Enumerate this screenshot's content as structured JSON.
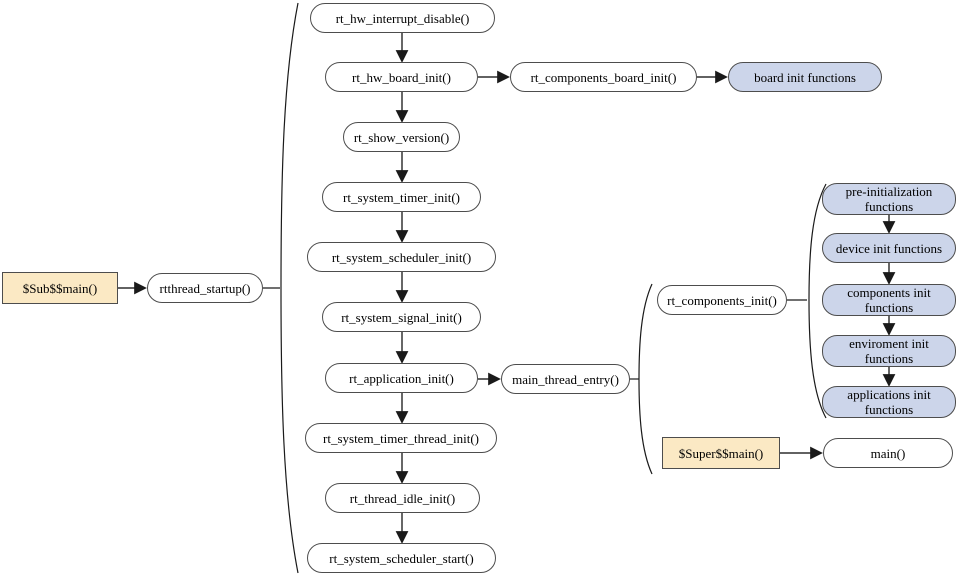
{
  "diagram": {
    "title_hint": "RT-Thread startup flow",
    "entry": {
      "sub_main": "$Sub$$main()",
      "rtthread_startup": "rtthread_startup()"
    },
    "startup_sequence": [
      "rt_hw_interrupt_disable()",
      "rt_hw_board_init()",
      "rt_show_version()",
      "rt_system_timer_init()",
      "rt_system_scheduler_init()",
      "rt_system_signal_init()",
      "rt_application_init()",
      "rt_system_timer_thread_init()",
      "rt_thread_idle_init()",
      "rt_system_scheduler_start()"
    ],
    "board_chain": {
      "rt_components_board_init": "rt_components_board_init()",
      "board_init_functions": "board init functions"
    },
    "main_chain": {
      "main_thread_entry": "main_thread_entry()",
      "rt_components_init": "rt_components_init()"
    },
    "components_init_sequence": [
      "pre-initialization functions",
      "device init functions",
      "components init functions",
      "enviroment init functions",
      "applications init functions"
    ],
    "super_chain": {
      "super_main": "$Super$$main()",
      "main": "main()"
    },
    "colors": {
      "background": "#ffffff",
      "node_fill": "#ffffff",
      "callout_fill": "#ccd5ea",
      "entry_fill": "#fbe9c4",
      "node_border": "#4d4d4d",
      "arrow": "#1a1a1a"
    }
  }
}
